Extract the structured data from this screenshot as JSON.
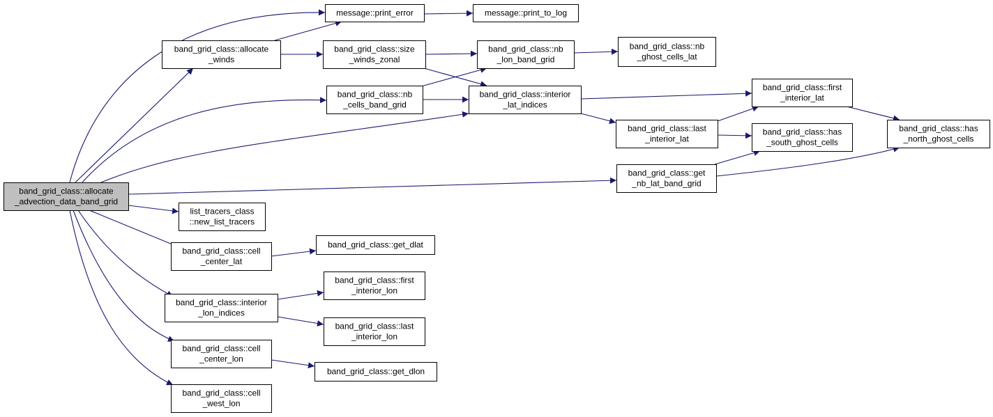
{
  "colors": {
    "edge": "#191970",
    "root_fill": "#bfbfbf",
    "node_fill": "#ffffff",
    "border": "#000000"
  },
  "nodes": [
    {
      "id": "root",
      "lines": [
        "band_grid_class::allocate",
        "_advection_data_band_grid"
      ],
      "highlight": true
    },
    {
      "id": "print_error",
      "lines": [
        "message::print_error"
      ]
    },
    {
      "id": "print_to_log",
      "lines": [
        "message::print_to_log"
      ]
    },
    {
      "id": "allocate_winds",
      "lines": [
        "band_grid_class::allocate",
        "_winds"
      ]
    },
    {
      "id": "size_winds_zonal",
      "lines": [
        "band_grid_class::size",
        "_winds_zonal"
      ]
    },
    {
      "id": "nb_lon_band_grid",
      "lines": [
        "band_grid_class::nb",
        "_lon_band_grid"
      ]
    },
    {
      "id": "nb_ghost_cells_lat",
      "lines": [
        "band_grid_class::nb",
        "_ghost_cells_lat"
      ]
    },
    {
      "id": "nb_cells_band_grid",
      "lines": [
        "band_grid_class::nb",
        "_cells_band_grid"
      ]
    },
    {
      "id": "interior_lat_indices",
      "lines": [
        "band_grid_class::interior",
        "_lat_indices"
      ]
    },
    {
      "id": "first_interior_lat",
      "lines": [
        "band_grid_class::first",
        "_interior_lat"
      ]
    },
    {
      "id": "last_interior_lat",
      "lines": [
        "band_grid_class::last",
        "_interior_lat"
      ]
    },
    {
      "id": "has_south_ghost_cells",
      "lines": [
        "band_grid_class::has",
        "_south_ghost_cells"
      ]
    },
    {
      "id": "has_north_ghost_cells",
      "lines": [
        "band_grid_class::has",
        "_north_ghost_cells"
      ]
    },
    {
      "id": "get_nb_lat_band_grid",
      "lines": [
        "band_grid_class::get",
        "_nb_lat_band_grid"
      ]
    },
    {
      "id": "new_list_tracers",
      "lines": [
        "list_tracers_class",
        "::new_list_tracers"
      ]
    },
    {
      "id": "cell_center_lat",
      "lines": [
        "band_grid_class::cell",
        "_center_lat"
      ]
    },
    {
      "id": "get_dlat",
      "lines": [
        "band_grid_class::get_dlat"
      ]
    },
    {
      "id": "interior_lon_indices",
      "lines": [
        "band_grid_class::interior",
        "_lon_indices"
      ]
    },
    {
      "id": "first_interior_lon",
      "lines": [
        "band_grid_class::first",
        "_interior_lon"
      ]
    },
    {
      "id": "last_interior_lon",
      "lines": [
        "band_grid_class::last",
        "_interior_lon"
      ]
    },
    {
      "id": "cell_center_lon",
      "lines": [
        "band_grid_class::cell",
        "_center_lon"
      ]
    },
    {
      "id": "get_dlon",
      "lines": [
        "band_grid_class::get_dlon"
      ]
    },
    {
      "id": "cell_west_lon",
      "lines": [
        "band_grid_class::cell",
        "_west_lon"
      ]
    }
  ],
  "edges": [
    {
      "from": "root",
      "to": "print_error"
    },
    {
      "from": "root",
      "to": "allocate_winds"
    },
    {
      "from": "root",
      "to": "nb_cells_band_grid"
    },
    {
      "from": "root",
      "to": "interior_lat_indices"
    },
    {
      "from": "root",
      "to": "get_nb_lat_band_grid"
    },
    {
      "from": "root",
      "to": "new_list_tracers"
    },
    {
      "from": "root",
      "to": "cell_center_lat"
    },
    {
      "from": "root",
      "to": "interior_lon_indices"
    },
    {
      "from": "root",
      "to": "cell_center_lon"
    },
    {
      "from": "root",
      "to": "cell_west_lon"
    },
    {
      "from": "print_error",
      "to": "print_to_log"
    },
    {
      "from": "allocate_winds",
      "to": "print_error"
    },
    {
      "from": "allocate_winds",
      "to": "size_winds_zonal"
    },
    {
      "from": "size_winds_zonal",
      "to": "nb_lon_band_grid"
    },
    {
      "from": "size_winds_zonal",
      "to": "interior_lat_indices"
    },
    {
      "from": "nb_lon_band_grid",
      "to": "nb_ghost_cells_lat"
    },
    {
      "from": "nb_cells_band_grid",
      "to": "nb_lon_band_grid"
    },
    {
      "from": "nb_cells_band_grid",
      "to": "interior_lat_indices"
    },
    {
      "from": "interior_lat_indices",
      "to": "first_interior_lat"
    },
    {
      "from": "interior_lat_indices",
      "to": "last_interior_lat"
    },
    {
      "from": "last_interior_lat",
      "to": "first_interior_lat"
    },
    {
      "from": "last_interior_lat",
      "to": "has_south_ghost_cells"
    },
    {
      "from": "first_interior_lat",
      "to": "has_north_ghost_cells"
    },
    {
      "from": "get_nb_lat_band_grid",
      "to": "has_south_ghost_cells"
    },
    {
      "from": "get_nb_lat_band_grid",
      "to": "has_north_ghost_cells"
    },
    {
      "from": "cell_center_lat",
      "to": "get_dlat"
    },
    {
      "from": "interior_lon_indices",
      "to": "first_interior_lon"
    },
    {
      "from": "interior_lon_indices",
      "to": "last_interior_lon"
    },
    {
      "from": "cell_center_lon",
      "to": "get_dlon"
    }
  ]
}
